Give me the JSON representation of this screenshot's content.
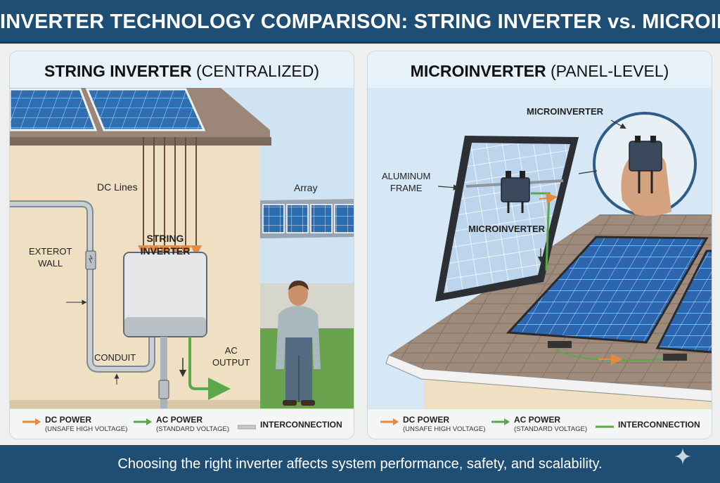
{
  "header": {
    "title": "INVERTER TECHNOLOGY COMPARISON: STRING INVERTER vs. MICROINVERTER"
  },
  "left_panel": {
    "title_bold": "STRING INVERTER",
    "title_rest": " (CENTRALIZED)",
    "labels": {
      "dc_lines": "DC Lines",
      "array": "Array",
      "exterior_wall_1": "EXTEROT",
      "exterior_wall_2": "WALL",
      "inverter_1": "STRING",
      "inverter_2": "INVERTER",
      "conduit": "CONDUIT",
      "ac_output_1": "AC",
      "ac_output_2": "OUTPUT"
    },
    "legend": {
      "dc_label": "DC POWER",
      "dc_sub": "(UNSAFE HIGH VOLTAGE)",
      "ac_label": "AC POWER",
      "ac_sub": "(STANDARD VOLTAGE)",
      "inter_label": "INTERCONNECTION"
    }
  },
  "right_panel": {
    "title_bold": "MICROINVERTER",
    "title_rest": " (PANEL-LEVEL)",
    "labels": {
      "microinverter_callout": "MICROINVERTER",
      "aluminum_1": "ALUMINUM",
      "aluminum_2": "FRAME",
      "microinverter_panel": "MICROINVERTER"
    },
    "legend": {
      "dc_label": "DC POWER",
      "dc_sub": "(UNSAFE HIGH VOLTAGE)",
      "ac_label": "AC POWER",
      "ac_sub": "(STANDARD VOLTAGE)",
      "inter_label": "INTERCONNECTION"
    }
  },
  "footer": {
    "caption": "Choosing the right inverter affects system performance, safety, and scalability."
  },
  "colors": {
    "dc": "#e98a3a",
    "ac": "#5aa84a",
    "interconnect_left": "#a9b0b6",
    "interconnect_right": "#5aa84a",
    "brand": "#1f4e74"
  }
}
